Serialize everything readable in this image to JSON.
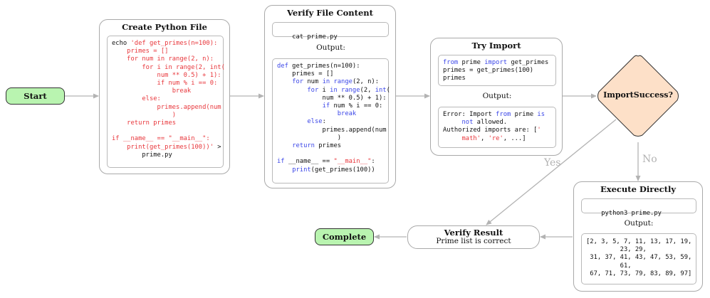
{
  "nodes": {
    "start": {
      "label": "Start"
    },
    "create": {
      "title": "Create Python File",
      "code": [
        [
          [
            "echo ",
            ""
          ],
          [
            "'def get_primes(n=100):",
            "red"
          ]
        ],
        [
          [
            "    primes = []",
            "red"
          ]
        ],
        [
          [
            "    for num in range(2, n):",
            "red"
          ]
        ],
        [
          [
            "        for i in range(2, int(",
            "red"
          ]
        ],
        [
          [
            "            num ** 0.5) + 1):",
            "red"
          ]
        ],
        [
          [
            "            if num % i == 0:",
            "red"
          ]
        ],
        [
          [
            "                break",
            "red"
          ]
        ],
        [
          [
            "        else:",
            "red"
          ]
        ],
        [
          [
            "            primes.append(num",
            "red"
          ]
        ],
        [
          [
            "                )",
            "red"
          ]
        ],
        [
          [
            "    return primes",
            "red"
          ]
        ],
        [
          [
            "",
            ""
          ]
        ],
        [
          [
            "if __name__ == \"__main__\":",
            "red"
          ]
        ],
        [
          [
            "    print(get_primes(100))'",
            "red"
          ],
          [
            " >",
            ""
          ]
        ],
        [
          [
            "        prime.py",
            ""
          ]
        ]
      ]
    },
    "verify_file": {
      "title": "Verify File Content",
      "command": "cat prime.py",
      "output_label": "Output:",
      "output": [
        [
          [
            "def",
            "blue"
          ],
          [
            " get_primes(n=100):",
            ""
          ]
        ],
        [
          [
            "    primes = []",
            ""
          ]
        ],
        [
          [
            "    ",
            ""
          ],
          [
            "for",
            "blue"
          ],
          [
            " num ",
            ""
          ],
          [
            "in",
            "blue"
          ],
          [
            " ",
            ""
          ],
          [
            "range",
            "blue"
          ],
          [
            "(2, n):",
            ""
          ]
        ],
        [
          [
            "        ",
            ""
          ],
          [
            "for",
            "blue"
          ],
          [
            " i ",
            ""
          ],
          [
            "in",
            "blue"
          ],
          [
            " ",
            ""
          ],
          [
            "range",
            "blue"
          ],
          [
            "(2, ",
            ""
          ],
          [
            "int",
            "blue"
          ],
          [
            "(",
            ""
          ]
        ],
        [
          [
            "            num ** 0.5) + 1):",
            ""
          ]
        ],
        [
          [
            "            ",
            ""
          ],
          [
            "if",
            "blue"
          ],
          [
            " num % i == 0:",
            ""
          ]
        ],
        [
          [
            "                ",
            ""
          ],
          [
            "break",
            "blue"
          ]
        ],
        [
          [
            "        ",
            ""
          ],
          [
            "else",
            "blue"
          ],
          [
            ":",
            ""
          ]
        ],
        [
          [
            "            primes.append(num",
            ""
          ]
        ],
        [
          [
            "                )",
            ""
          ]
        ],
        [
          [
            "    ",
            ""
          ],
          [
            "return",
            "blue"
          ],
          [
            " primes",
            ""
          ]
        ],
        [
          [
            "",
            ""
          ]
        ],
        [
          [
            "if",
            "blue"
          ],
          [
            " __name__ == ",
            ""
          ],
          [
            "\"__main__\"",
            "red"
          ],
          [
            ":",
            ""
          ]
        ],
        [
          [
            "    ",
            ""
          ],
          [
            "print",
            "blue"
          ],
          [
            "(get_primes(100))",
            ""
          ]
        ]
      ]
    },
    "try_import": {
      "title": "Try Import",
      "code": [
        [
          [
            "from",
            "blue"
          ],
          [
            " prime ",
            ""
          ],
          [
            "import",
            "blue"
          ],
          [
            " get_primes",
            ""
          ]
        ],
        [
          [
            "primes = get_primes(100)",
            ""
          ]
        ],
        [
          [
            "primes",
            ""
          ]
        ]
      ],
      "output_label": "Output:",
      "output": [
        [
          [
            "Error: Import ",
            ""
          ],
          [
            "from",
            "blue"
          ],
          [
            " prime ",
            ""
          ],
          [
            "is",
            "blue"
          ]
        ],
        [
          [
            "     ",
            ""
          ],
          [
            "not",
            "blue"
          ],
          [
            " allowed.",
            ""
          ]
        ],
        [
          [
            "Authorized imports are: [",
            ""
          ],
          [
            "'",
            "red"
          ]
        ],
        [
          [
            "     ",
            ""
          ],
          [
            "math'",
            "red"
          ],
          [
            ", ",
            ""
          ],
          [
            "'re'",
            "red"
          ],
          [
            ", ...]",
            ""
          ]
        ]
      ]
    },
    "decision": {
      "label": "ImportSuccess?"
    },
    "execute": {
      "title": "Execute Directly",
      "command": "python3 prime.py",
      "output_label": "Output:",
      "output": [
        [
          [
            "[2, 3, 5, 7, 11, 13, 17, 19,",
            ""
          ]
        ],
        [
          [
            "         23, 29,",
            ""
          ]
        ],
        [
          [
            " 31, 37, 41, 43, 47, 53, 59,",
            ""
          ]
        ],
        [
          [
            "         61,",
            ""
          ]
        ],
        [
          [
            " 67, 71, 73, 79, 83, 89, 97]",
            ""
          ]
        ]
      ]
    },
    "verify_result": {
      "title": "Verify Result",
      "subtitle": "Prime list is correct"
    },
    "complete": {
      "label": "Complete"
    }
  },
  "edges": {
    "yes_label": "Yes",
    "no_label": "No"
  },
  "colors": {
    "terminal_fill": "#b9f4b0",
    "decision_fill": "#fde0c8",
    "arrow": "#b3b3b3",
    "keyword": "#3b46e8",
    "string": "#e8363b"
  }
}
